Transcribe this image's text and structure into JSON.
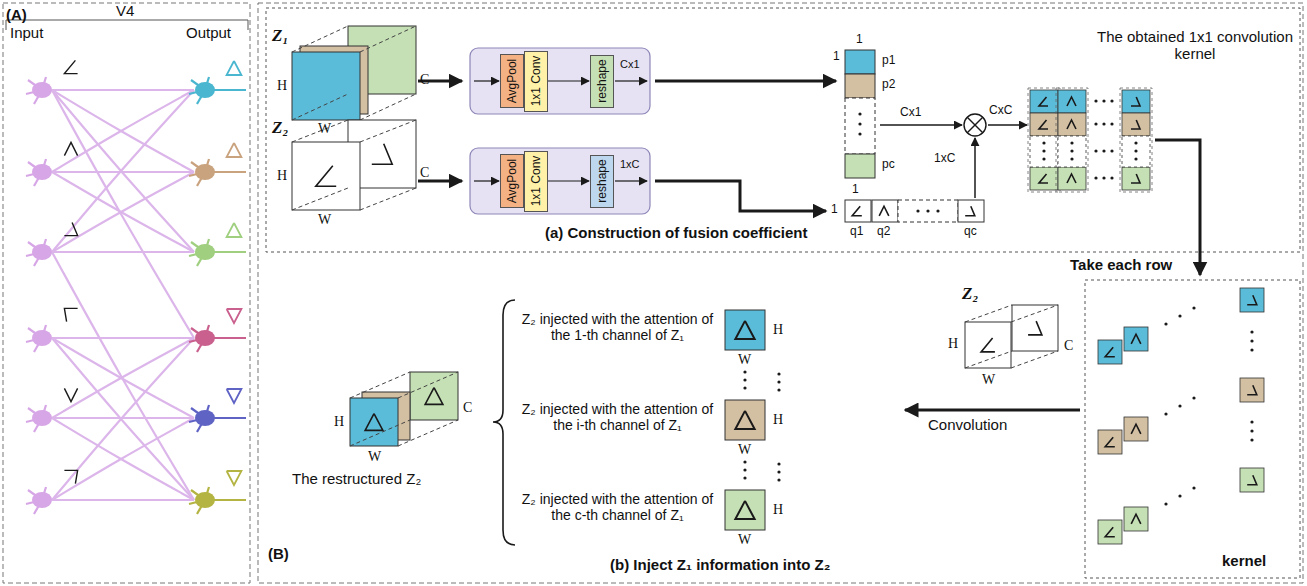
{
  "diagram": {
    "nodes": [
      {
        "text": [
          "AvgPool"
        ]
      },
      {
        "text": [
          "1x1 Conv"
        ]
      },
      {
        "text": [
          "reshape"
        ]
      },
      {
        "text": [
          "AvgPool"
        ]
      },
      {
        "text": [
          "1x1 Conv"
        ]
      },
      {
        "text": [
          "reshape"
        ]
      }
    ],
    "edges": [
      {
        "from": 1,
        "to": 2,
        "arrow": "to"
      },
      {
        "from": 4,
        "to": 5,
        "arrow": "to"
      }
    ],
    "labels": [
      "(A)",
      "V4",
      "Input",
      "Output",
      "Z₁",
      "H",
      "W",
      "C",
      "Z₂",
      "H",
      "W",
      "C",
      "Cx1",
      "1xC",
      "1",
      "1",
      "p1",
      "p2",
      "pc",
      "1",
      "1",
      "q1",
      "q2",
      "qc",
      "Cx1",
      "1xC",
      "CxC",
      "The obtained 1x1 convolution kernel",
      "(a) Construction of fusion coefficient",
      "Take each row",
      "kernel",
      "Z₂",
      "H",
      "W",
      "C",
      "Convolution",
      "Z₂ injected with the attention of the 1-th channel of Z₁",
      "H",
      "W",
      "Z₂ injected with the attention of the i-th channel of Z₁",
      "H",
      "W",
      "Z₂ injected with the attention of the c-th channel of Z₁",
      "H",
      "W",
      "H",
      "W",
      "C",
      "The restructured Z₂",
      "(b) Inject Z₁ information into Z₂",
      "(B)"
    ]
  }
}
